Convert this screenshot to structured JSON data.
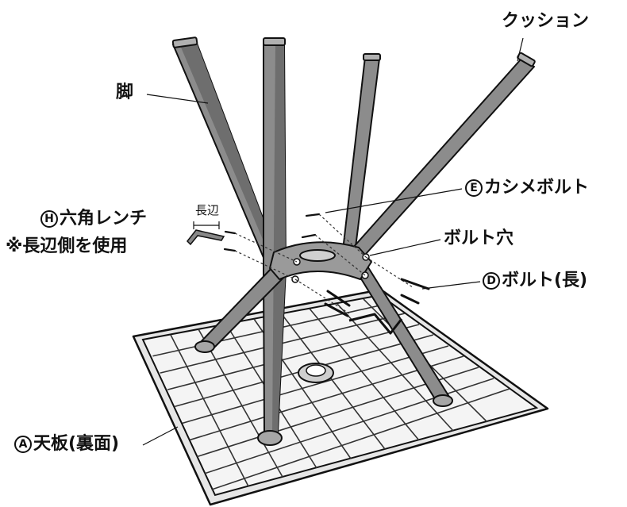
{
  "labels": {
    "cushion": "クッション",
    "leg": "脚",
    "caulking_bolt": {
      "letter": "E",
      "text": "カシメボルト"
    },
    "hex_wrench": {
      "letter": "H",
      "text": "六角レンチ"
    },
    "hex_wrench_note": "※長辺側を使用",
    "long_side": "長辺",
    "bolt_hole": "ボルト穴",
    "bolt_long": {
      "letter": "D",
      "text": "ボルト(長)"
    },
    "tabletop": {
      "letter": "A",
      "text": "天板(裏面)"
    }
  },
  "colors": {
    "leg_fill": "#8c8c8c",
    "leg_dark": "#6e6e6e",
    "tray_fill": "#d9d9d9",
    "outline": "#111111"
  }
}
